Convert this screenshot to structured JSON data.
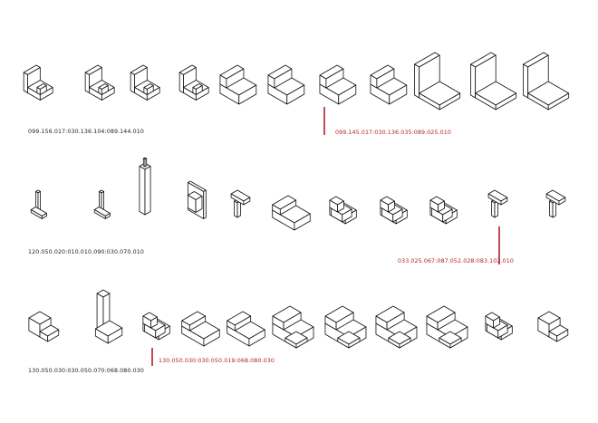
{
  "rows": [
    {
      "code": "099.156.017:030.136.104:089.144.010",
      "highlight_code": "099.145.017:030.136.035:089.025.010"
    },
    {
      "code": "120.050.020:010.010.090:030.070.010",
      "highlight_code": "033.025.067:087.052.028:083.102.010"
    },
    {
      "code": "130.050.030:030.050.070:068.080.030",
      "highlight_code": "130.050.030:030.050.019:068.080.030"
    }
  ],
  "colors": {
    "line": "#111111",
    "highlight": "#b0202a"
  }
}
